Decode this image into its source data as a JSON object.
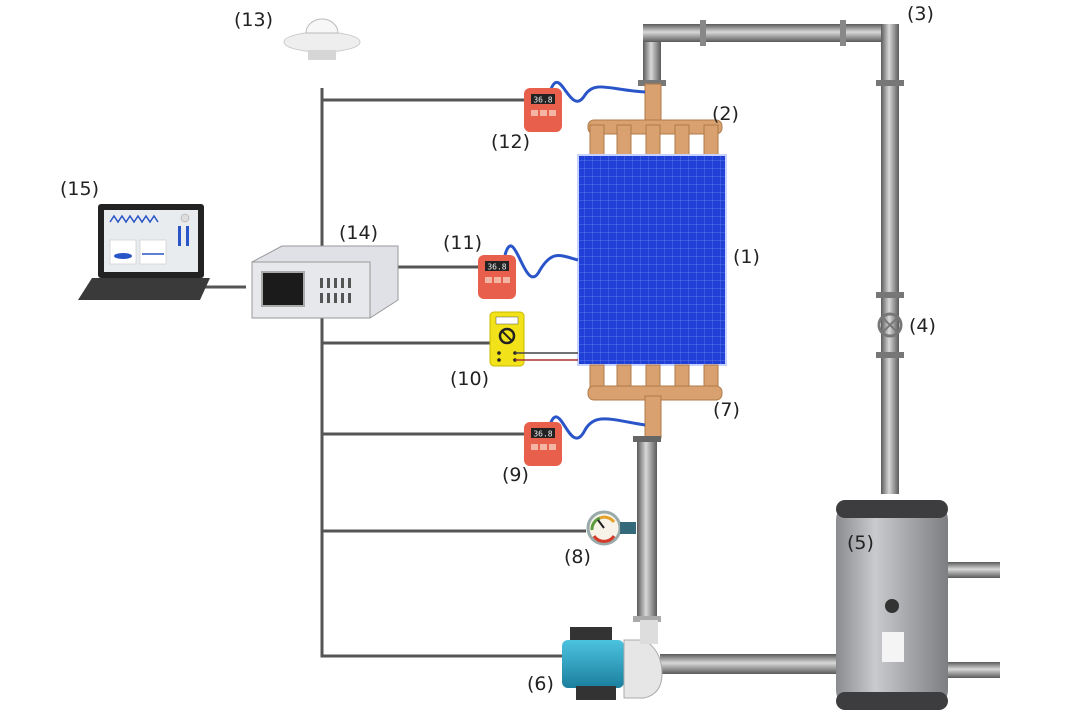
{
  "diagram": {
    "type": "experimental setup schematic",
    "components": [
      {
        "id": "1",
        "label": "(1)",
        "name": "Photovoltaic/thermal panel"
      },
      {
        "id": "2",
        "label": "(2)",
        "name": "Outlet header manifold"
      },
      {
        "id": "3",
        "label": "(3)",
        "name": "Return pipe"
      },
      {
        "id": "4",
        "label": "(4)",
        "name": "Valve"
      },
      {
        "id": "5",
        "label": "(5)",
        "name": "Storage tank"
      },
      {
        "id": "6",
        "label": "(6)",
        "name": "Pump"
      },
      {
        "id": "7",
        "label": "(7)",
        "name": "Inlet header manifold"
      },
      {
        "id": "8",
        "label": "(8)",
        "name": "Flow meter gauge"
      },
      {
        "id": "9",
        "label": "(9)",
        "name": "Inlet thermometer"
      },
      {
        "id": "10",
        "label": "(10)",
        "name": "Multimeter"
      },
      {
        "id": "11",
        "label": "(11)",
        "name": "Panel surface thermometer"
      },
      {
        "id": "12",
        "label": "(12)",
        "name": "Outlet thermometer"
      },
      {
        "id": "13",
        "label": "(13)",
        "name": "Pyranometer"
      },
      {
        "id": "14",
        "label": "(14)",
        "name": "Data logger"
      },
      {
        "id": "15",
        "label": "(15)",
        "name": "Laptop"
      }
    ],
    "thermometer_reading": "36.8",
    "colors": {
      "panel": "#1f3fd6",
      "copper": "#d9a070",
      "pipe": "#8a8a8a",
      "thermometer": "#e8604c",
      "multimeter": "#f2e21a",
      "pump": "#2aa6c8",
      "tank": "#a9abae",
      "wire": "#555555"
    }
  }
}
